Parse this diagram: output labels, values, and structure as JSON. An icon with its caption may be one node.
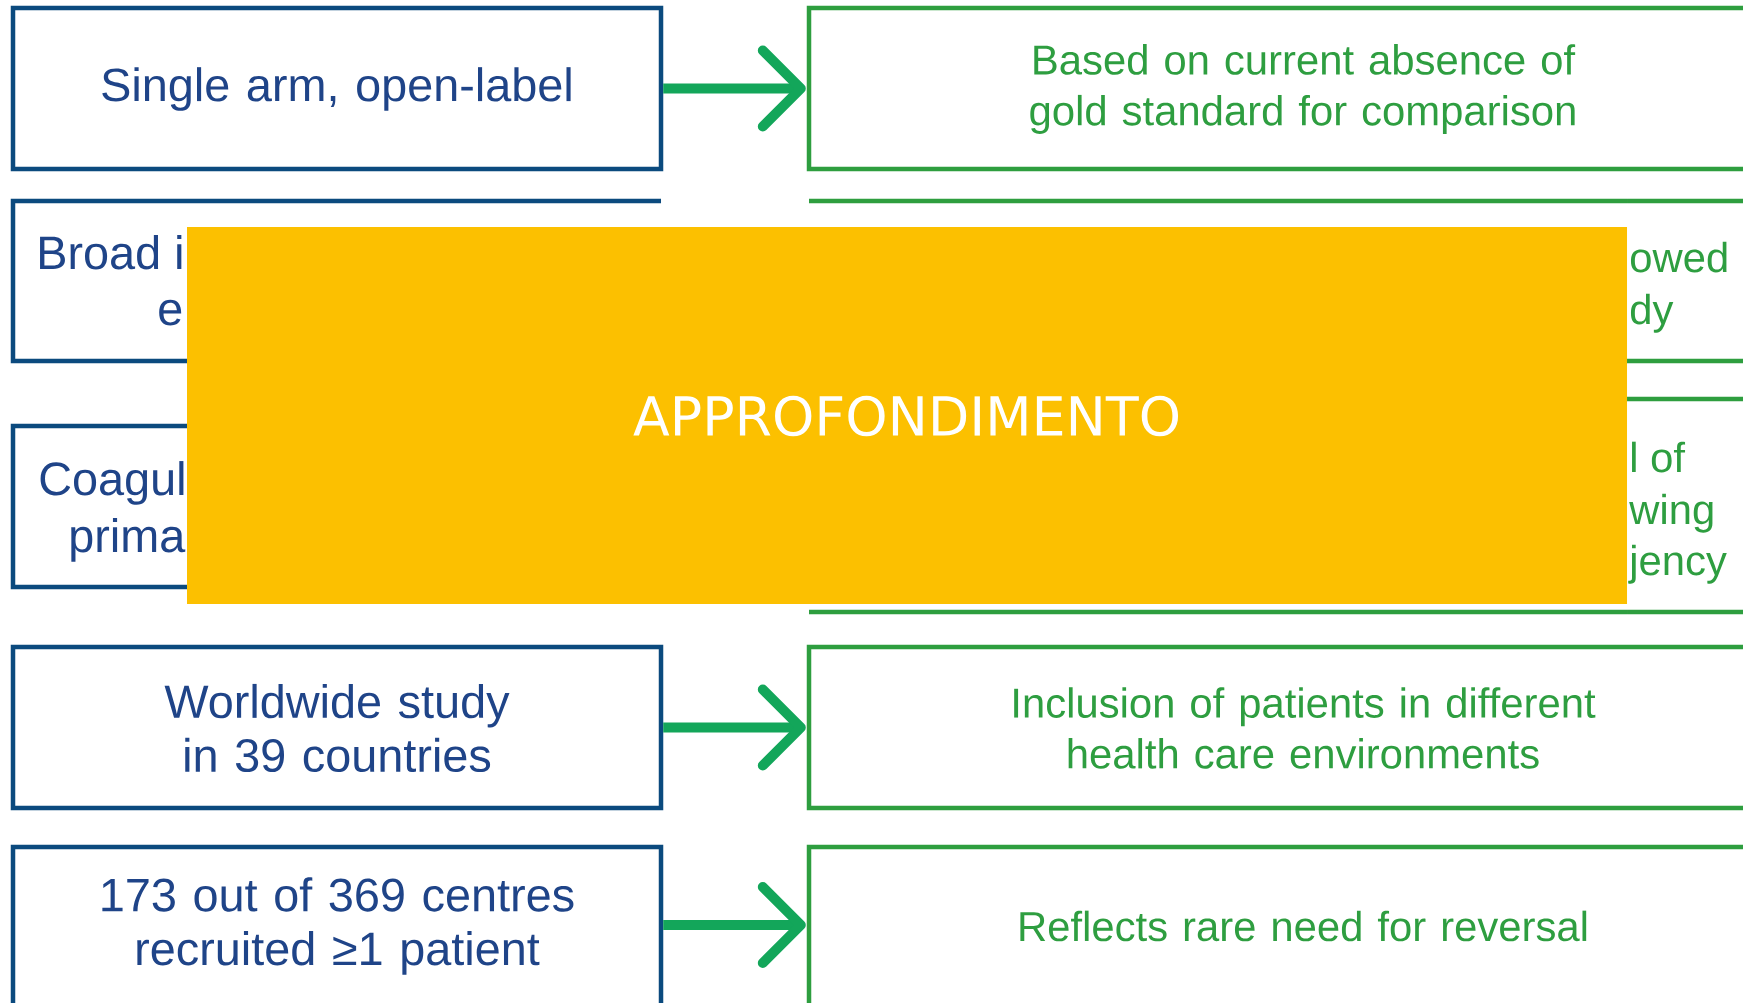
{
  "diagram": {
    "nodes": [
      {
        "text": [
          "Single arm, open-label"
        ]
      },
      {
        "text": [
          "Based on current absence of gold standard for comparison"
        ]
      },
      {
        "text": [
          "Broad i",
          "e"
        ]
      },
      {
        "text": [
          "owed",
          "dy"
        ]
      },
      {
        "text": [
          "Coagul",
          "prima"
        ]
      },
      {
        "text": [
          "l of",
          "wing",
          "jency"
        ]
      },
      {
        "text": [
          "Worldwide study in 39 countries"
        ]
      },
      {
        "text": [
          "Inclusion of patients in different health care environments"
        ]
      },
      {
        "text": [
          "173 out of 369 centres recruited ≥1 patient"
        ]
      },
      {
        "text": [
          "Reflects rare need for reversal"
        ]
      },
      {
        "text": [
          "APPROFONDIMENTO"
        ]
      }
    ],
    "edges": [
      {
        "from": 0,
        "to": 1,
        "arrow": "to"
      },
      {
        "from": 6,
        "to": 7,
        "arrow": "to"
      },
      {
        "from": 8,
        "to": 9,
        "arrow": "to"
      }
    ]
  }
}
